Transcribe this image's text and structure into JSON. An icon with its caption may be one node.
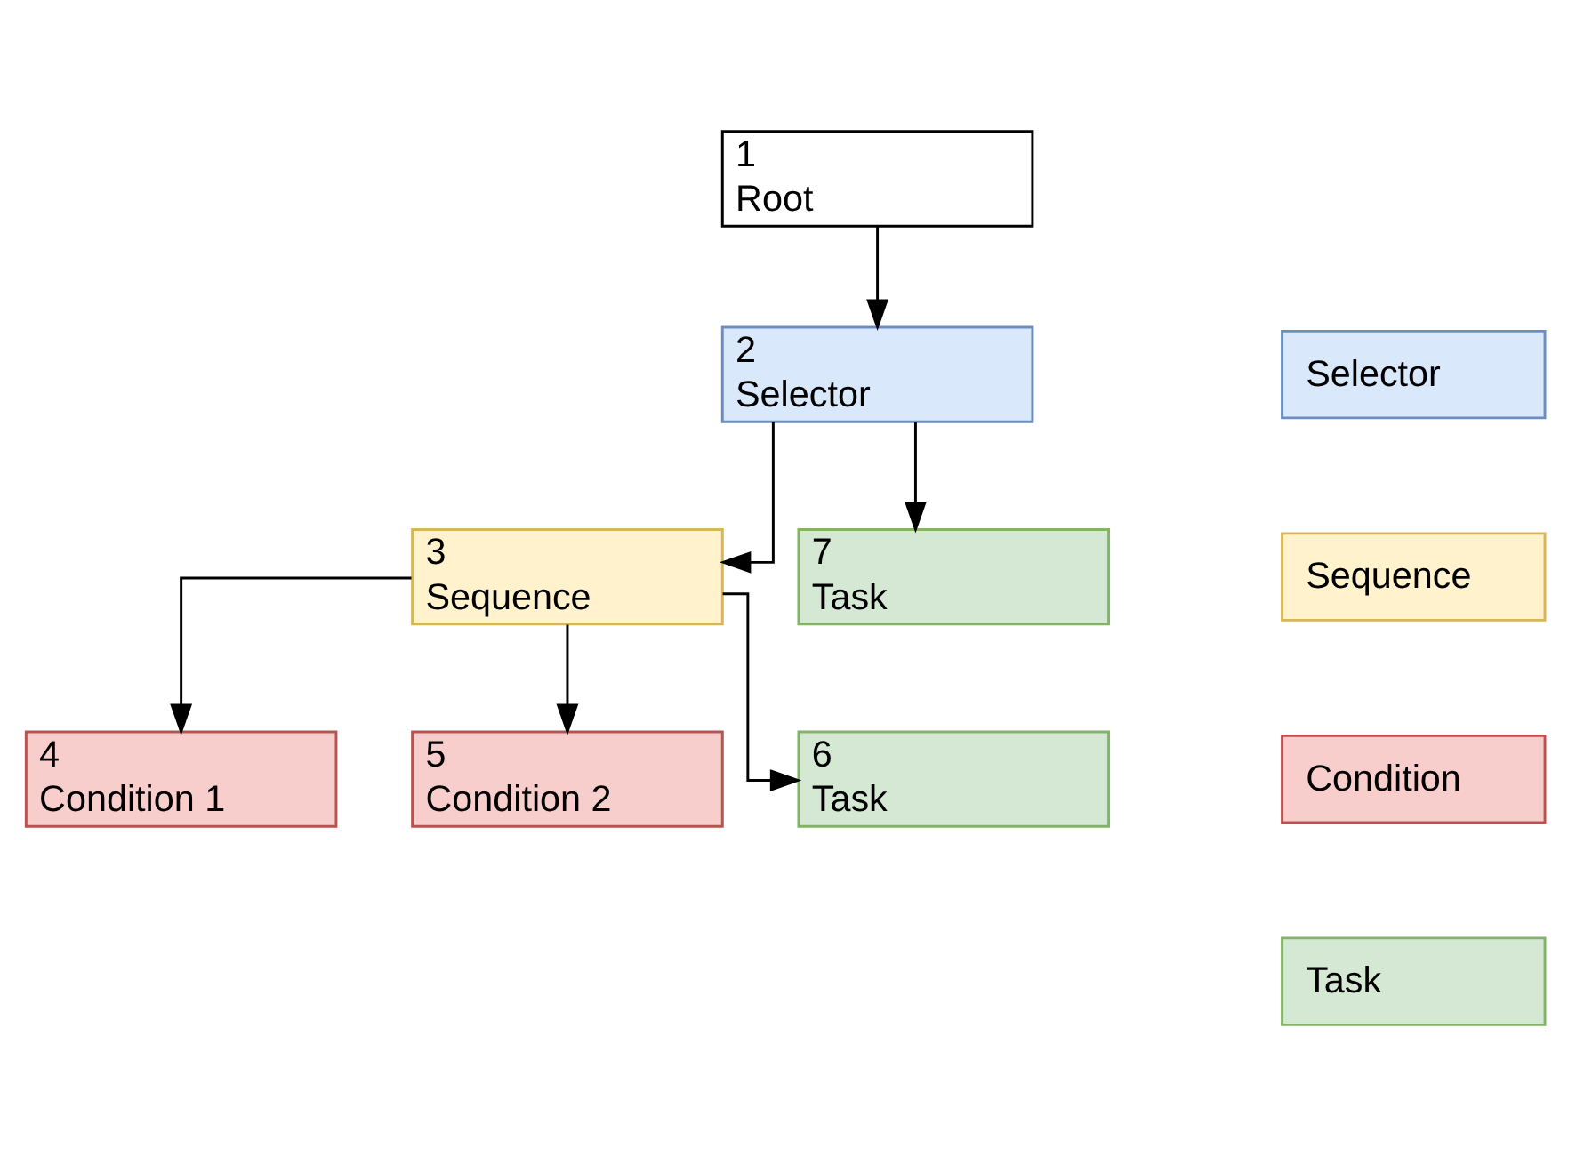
{
  "diagram": {
    "nodes": [
      {
        "text": [
          "1",
          "Root"
        ]
      },
      {
        "text": [
          "2",
          "Selector"
        ]
      },
      {
        "text": [
          "3",
          "Sequence"
        ]
      },
      {
        "text": [
          "7",
          "Task"
        ]
      },
      {
        "text": [
          "4",
          "Condition 1"
        ]
      },
      {
        "text": [
          "5",
          "Condition 2"
        ]
      },
      {
        "text": [
          "6",
          "Task"
        ]
      }
    ],
    "edges": [
      {
        "from": 0,
        "to": 1,
        "arrow": "to"
      },
      {
        "from": 1,
        "to": 2,
        "arrow": "to"
      },
      {
        "from": 1,
        "to": 3,
        "arrow": "to"
      },
      {
        "from": 2,
        "to": 4,
        "arrow": "to"
      },
      {
        "from": 2,
        "to": 5,
        "arrow": "to"
      },
      {
        "from": 2,
        "to": 6,
        "arrow": "to"
      }
    ],
    "legend": [
      {
        "text": "Selector",
        "color": "#dae8fc"
      },
      {
        "text": "Sequence",
        "color": "#fff2cc"
      },
      {
        "text": "Condition",
        "color": "#f8cecc"
      },
      {
        "text": "Task",
        "color": "#d5e8d4"
      }
    ]
  }
}
